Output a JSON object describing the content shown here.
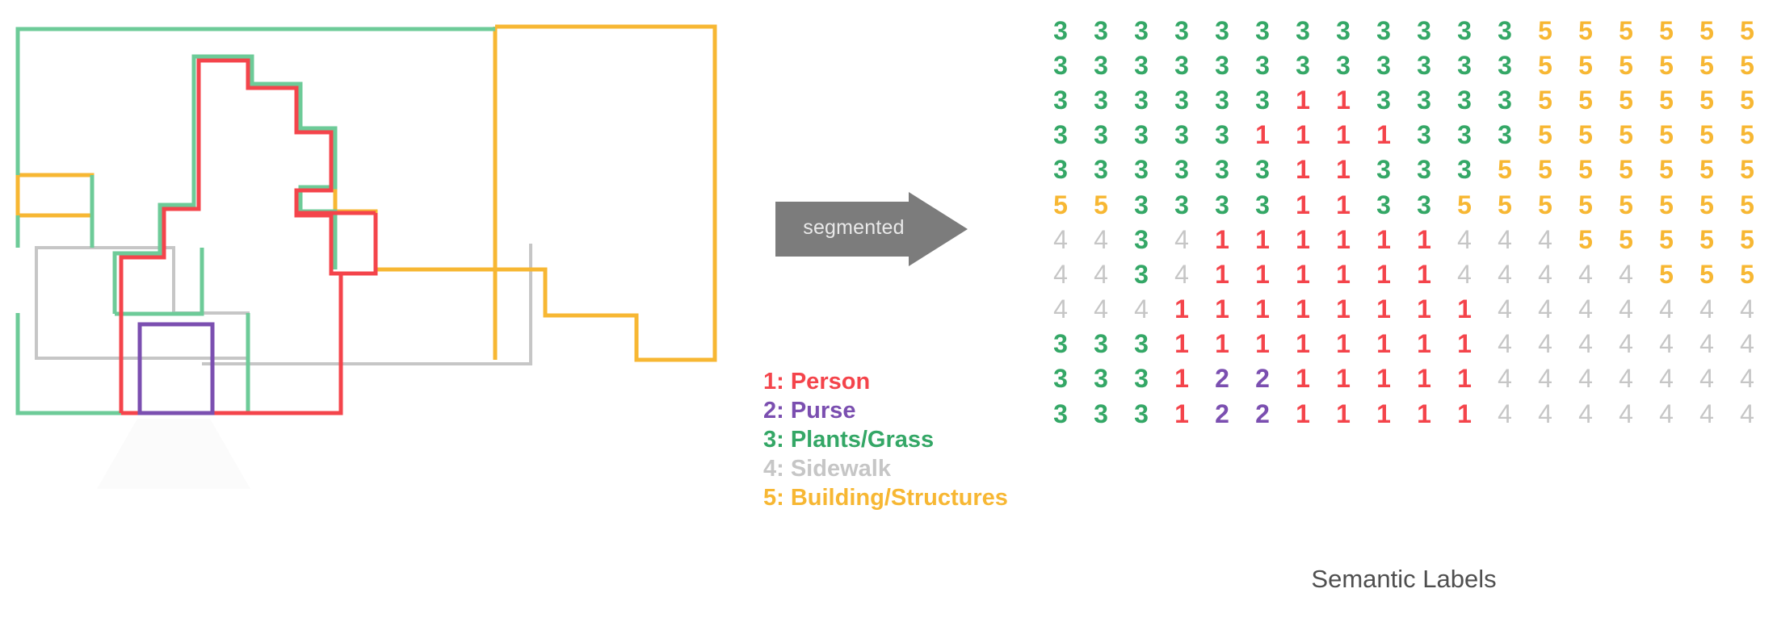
{
  "colors": {
    "person": "#f4444b",
    "purse": "#7b4fb0",
    "plants_grass": "#34a766",
    "sidewalk": "#c6c6c6",
    "building_structures": "#f7b733",
    "arrow": "#7c7c7c",
    "arrow_text": "#e9e9e9",
    "caption_text": "#4f4f4f"
  },
  "arrow": {
    "label": "segmented",
    "icon": "right-arrow-icon"
  },
  "legend": {
    "items": [
      {
        "id": "1",
        "text": "1: Person",
        "color_key": "person"
      },
      {
        "id": "2",
        "text": "2: Purse",
        "color_key": "purse"
      },
      {
        "id": "3",
        "text": "3: Plants/Grass",
        "color_key": "plants_grass"
      },
      {
        "id": "4",
        "text": "4: Sidewalk",
        "color_key": "sidewalk"
      },
      {
        "id": "5",
        "text": "5: Building/Structures",
        "color_key": "building_structures"
      }
    ]
  },
  "grid": {
    "caption": "Semantic Labels",
    "rows": 12,
    "cols": 18,
    "values": [
      [
        3,
        3,
        3,
        3,
        3,
        3,
        3,
        3,
        3,
        3,
        3,
        3,
        5,
        5,
        5,
        5,
        5,
        5
      ],
      [
        3,
        3,
        3,
        3,
        3,
        3,
        3,
        3,
        3,
        3,
        3,
        3,
        5,
        5,
        5,
        5,
        5,
        5
      ],
      [
        3,
        3,
        3,
        3,
        3,
        3,
        1,
        1,
        3,
        3,
        3,
        3,
        5,
        5,
        5,
        5,
        5,
        5
      ],
      [
        3,
        3,
        3,
        3,
        3,
        1,
        1,
        1,
        1,
        3,
        3,
        3,
        5,
        5,
        5,
        5,
        5,
        5
      ],
      [
        3,
        3,
        3,
        3,
        3,
        3,
        1,
        1,
        3,
        3,
        3,
        5,
        5,
        5,
        5,
        5,
        5,
        5
      ],
      [
        5,
        5,
        3,
        3,
        3,
        3,
        1,
        1,
        3,
        3,
        5,
        5,
        5,
        5,
        5,
        5,
        5,
        5
      ],
      [
        4,
        4,
        3,
        4,
        1,
        1,
        1,
        1,
        1,
        1,
        4,
        4,
        4,
        5,
        5,
        5,
        5,
        5
      ],
      [
        4,
        4,
        3,
        4,
        1,
        1,
        1,
        1,
        1,
        1,
        4,
        4,
        4,
        4,
        4,
        5,
        5,
        5
      ],
      [
        4,
        4,
        4,
        1,
        1,
        1,
        1,
        1,
        1,
        1,
        1,
        4,
        4,
        4,
        4,
        4,
        4,
        4
      ],
      [
        3,
        3,
        3,
        1,
        1,
        1,
        1,
        1,
        1,
        1,
        1,
        4,
        4,
        4,
        4,
        4,
        4,
        4
      ],
      [
        3,
        3,
        3,
        1,
        2,
        2,
        1,
        1,
        1,
        1,
        1,
        4,
        4,
        4,
        4,
        4,
        4,
        4
      ],
      [
        3,
        3,
        3,
        1,
        2,
        2,
        1,
        1,
        1,
        1,
        1,
        4,
        4,
        4,
        4,
        4,
        4,
        4
      ]
    ]
  },
  "illustration": {
    "name": "segmentation-outline-illustration",
    "regions": [
      {
        "name": "plants-grass-outline",
        "class_id": 3
      },
      {
        "name": "person-outline",
        "class_id": 1
      },
      {
        "name": "purse-outline",
        "class_id": 2
      },
      {
        "name": "sidewalk-outline",
        "class_id": 4
      },
      {
        "name": "building-outline",
        "class_id": 5
      }
    ]
  }
}
